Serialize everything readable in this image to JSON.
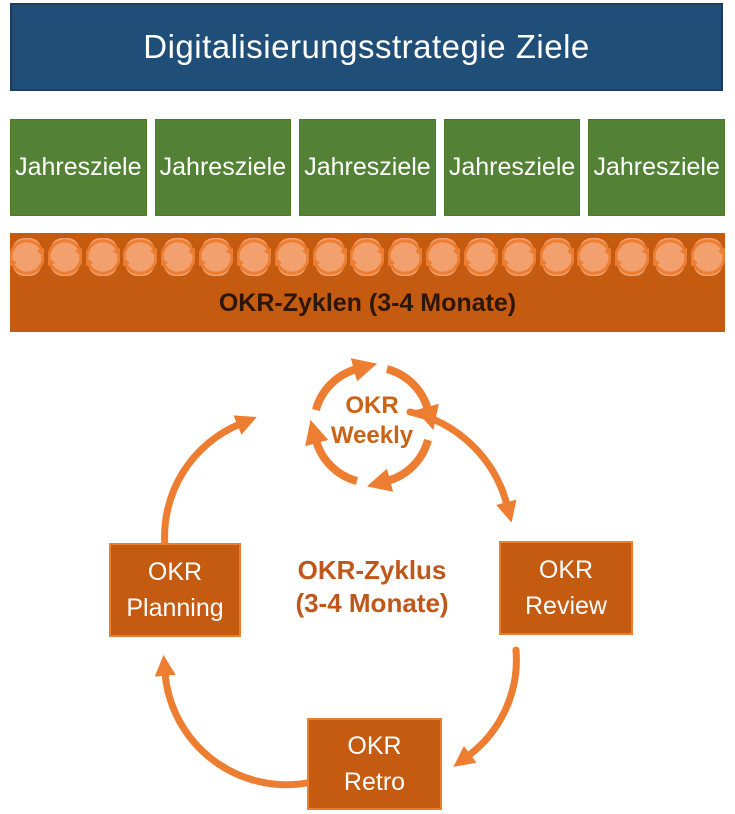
{
  "header": {
    "title": "Digitalisierungsstrategie Ziele"
  },
  "annual_goals": {
    "items": [
      "Jahresziele",
      "Jahresziele",
      "Jahresziele",
      "Jahresziele",
      "Jahresziele"
    ]
  },
  "okr_banner": {
    "label": "OKR-Zyklen (3-4 Monate)",
    "icon_count": 19,
    "icon_name": "cycle-arrows-icon"
  },
  "cycle": {
    "title_line1": "OKR-Zyklus",
    "title_line2": "(3-4 Monate)",
    "weekly": {
      "line1": "OKR",
      "line2": "Weekly"
    },
    "planning": {
      "line1": "OKR",
      "line2": "Planning"
    },
    "review": {
      "line1": "OKR",
      "line2": "Review"
    },
    "retro": {
      "line1": "OKR",
      "line2": "Retro"
    }
  },
  "colors": {
    "header_blue": "#1F4E79",
    "goal_green": "#538135",
    "okr_orange_dark": "#C55A11",
    "arrow_orange": "#ED7D31",
    "icon_light_orange": "#F2A16E",
    "banner_text": "#2B1607",
    "white": "#FFFFFF"
  }
}
